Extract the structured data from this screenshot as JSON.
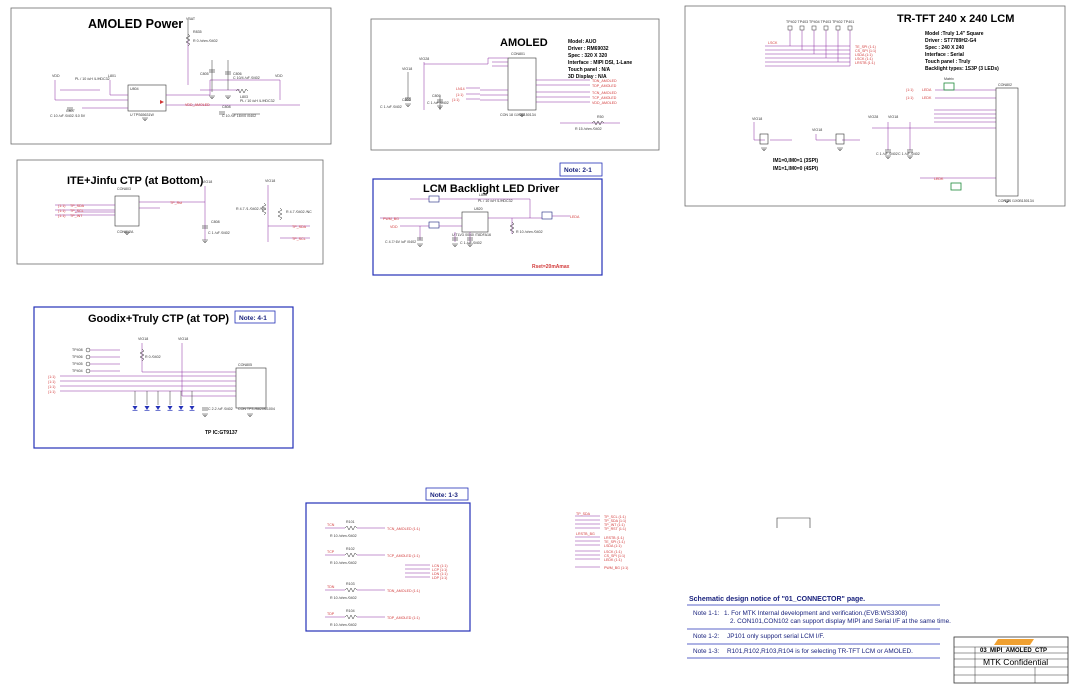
{
  "panels": {
    "amoled_power": {
      "title": "AMOLED Power"
    },
    "ite_ctp": {
      "title": "ITE+Jinfu CTP (at Bottom)"
    },
    "goodix_ctp": {
      "title": "Goodix+Truly CTP (at TOP)",
      "note_tag": "Note: 4-1",
      "tp_ic": "TP IC:GT9137"
    },
    "amoled": {
      "title": "AMOLED",
      "spec": [
        "Model: AUO",
        "Driver : RM69032",
        "Spec : 320 X 320",
        "Interface : MIPI DSI, 1-Lane",
        "Touch panel : N/A",
        "3D Display : N/A"
      ]
    },
    "backlight": {
      "title": "LCM Backlight LED Driver",
      "note_tag": "Note: 2-1",
      "rset": "Rset=20mAmax"
    },
    "tft": {
      "title": "TR-TFT 240 x 240 LCM",
      "spec": [
        "Model :Truly 1.4\" Square",
        "Driver : ST7789H2-G4",
        "Spec : 240 X 240",
        "Interface : Serial",
        "Touch panel : Truly",
        "Backlight types: 1S3P (3 LEDs)"
      ],
      "im_lines": [
        "IM1=0,IM0=1 (3SPI)",
        "IM1=1,IM0=0 (4SPI)"
      ]
    },
    "note13": {
      "note_tag": "Note: 1-3"
    }
  },
  "notice": {
    "title": "Schematic design notice of \"01_CONNECTOR\" page.",
    "items": [
      {
        "id": "Note 1-1:",
        "lines": [
          "1. For MTK Internal development and verification.(EVB:WS3308)",
          "2. CON101,CON102 can support display MIPI and Serial I/F at the same time."
        ]
      },
      {
        "id": "Note 1-2:",
        "lines": [
          "JP101 only support serial LCM I/F."
        ]
      },
      {
        "id": "Note 1-3:",
        "lines": [
          "R101,R102,R103,R104 is for selecting TR-TFT LCM or AMOLED."
        ]
      }
    ]
  },
  "title_block": {
    "sheet": "03_MIPI_AMOLED_CTP",
    "confidential": "MTK Confidential"
  },
  "colors": {
    "box": "#6b6b6b",
    "blue": "#2431b8",
    "red": "#d23a3a",
    "wire": "#8a2ba0",
    "green": "#1e8a3a",
    "orange": "#f0a030"
  }
}
